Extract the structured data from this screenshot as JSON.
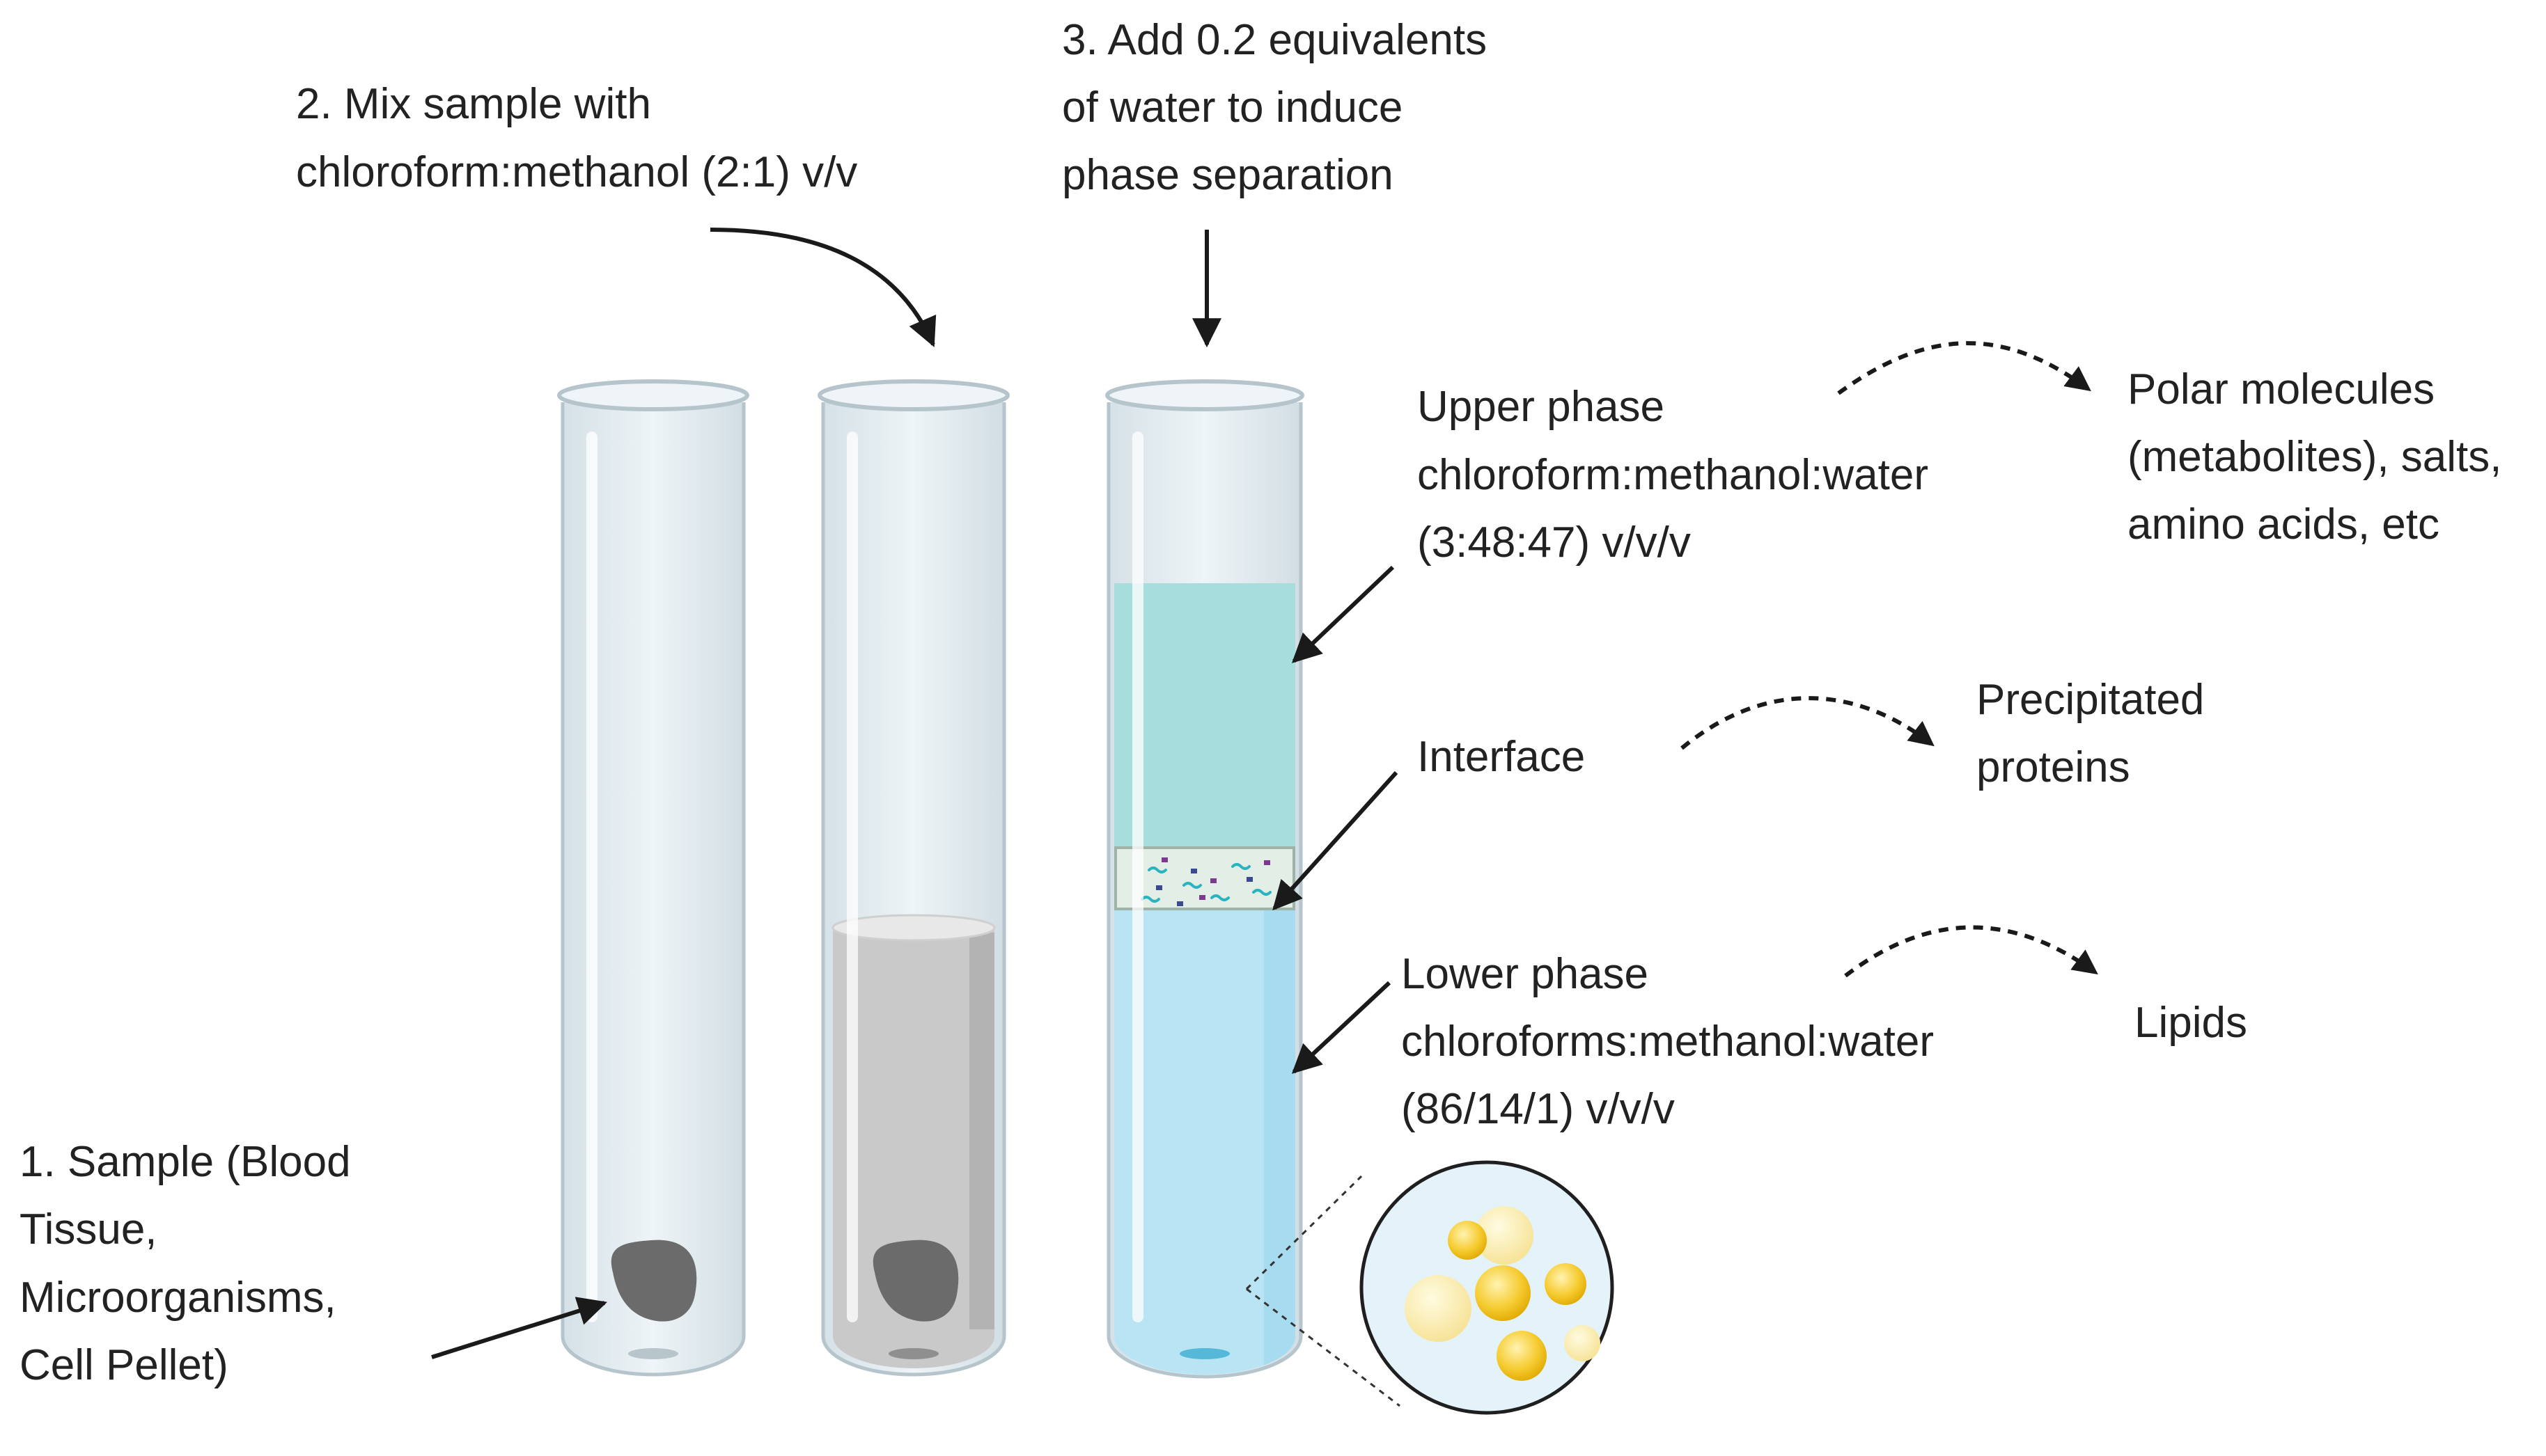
{
  "steps": {
    "step1": [
      "1. Sample (Blood",
      "Tissue,",
      "Microorganisms,",
      "Cell Pellet)"
    ],
    "step2": [
      "2. Mix sample with",
      "chloroform:methanol (2:1) v/v"
    ],
    "step3": [
      "3. Add 0.2 equivalents",
      "of water to induce",
      "phase separation"
    ]
  },
  "phases": {
    "upper": [
      "Upper phase",
      "chloroform:methanol:water",
      "(3:48:47) v/v/v"
    ],
    "interface": [
      "Interface"
    ],
    "lower": [
      "Lower phase",
      "chloroforms:methanol:water",
      "(86/14/1) v/v/v"
    ]
  },
  "fractions": {
    "upper": [
      "Polar molecules",
      "(metabolites), salts,",
      "amino acids, etc"
    ],
    "interface": [
      "Precipitated",
      "proteins"
    ],
    "lower": [
      "Lipids"
    ]
  },
  "colors": {
    "upper_phase": "#a6dedd",
    "interface": "#e3efe6",
    "lower_phase": "#b9e4f4",
    "mix": "#c9c9c9",
    "pellet": "#6b6b6b",
    "lipid": "#f3c21b"
  }
}
